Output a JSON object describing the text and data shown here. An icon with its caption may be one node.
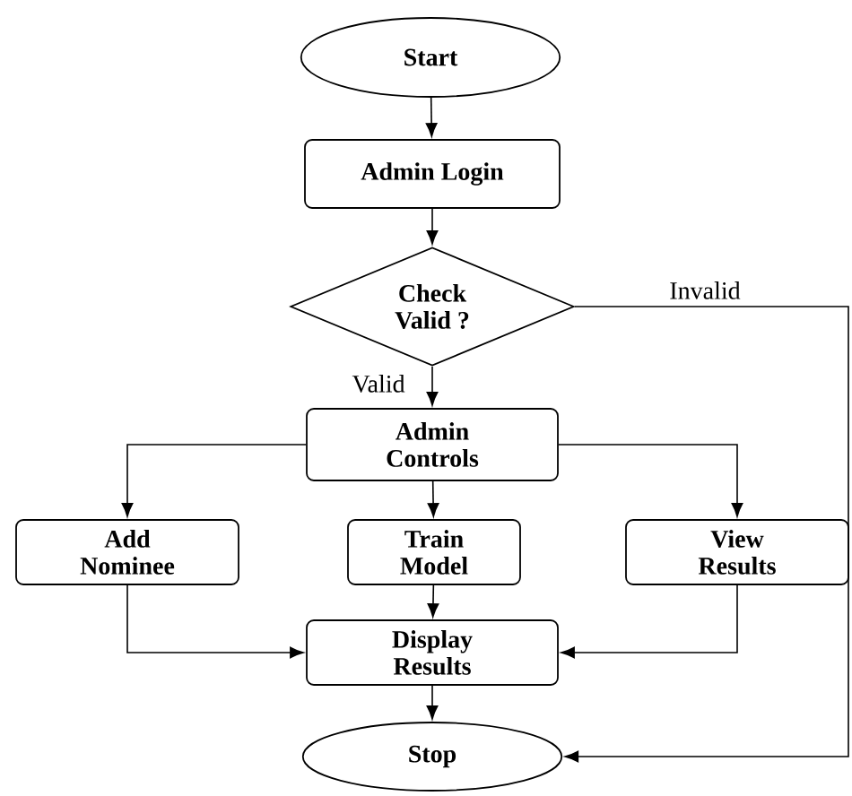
{
  "diagram": {
    "nodes": [
      {
        "text": [
          "Start"
        ]
      },
      {
        "text": [
          "Admin Login"
        ]
      },
      {
        "text": [
          "Check Valid ?"
        ]
      },
      {
        "text": [
          "Admin Controls"
        ]
      },
      {
        "text": [
          "Add Nominee"
        ]
      },
      {
        "text": [
          "Train Model"
        ]
      },
      {
        "text": [
          "View Results"
        ]
      },
      {
        "text": [
          "Display Results"
        ]
      },
      {
        "text": [
          "Stop"
        ]
      }
    ],
    "edges": [
      {
        "from": 0,
        "to": 1,
        "arrow": "to"
      },
      {
        "from": 1,
        "to": 2,
        "arrow": "to"
      },
      {
        "from": 2,
        "to": 3,
        "arrow": "to",
        "label": "Valid"
      },
      {
        "from": 2,
        "to": 8,
        "arrow": "to",
        "label": "Invalid"
      },
      {
        "from": 3,
        "to": 4,
        "arrow": "to"
      },
      {
        "from": 3,
        "to": 5,
        "arrow": "to"
      },
      {
        "from": 3,
        "to": 6,
        "arrow": "to"
      },
      {
        "from": 4,
        "to": 7,
        "arrow": "to"
      },
      {
        "from": 5,
        "to": 7,
        "arrow": "to"
      },
      {
        "from": 6,
        "to": 7,
        "arrow": "to"
      },
      {
        "from": 7,
        "to": 8,
        "arrow": "to"
      }
    ]
  }
}
